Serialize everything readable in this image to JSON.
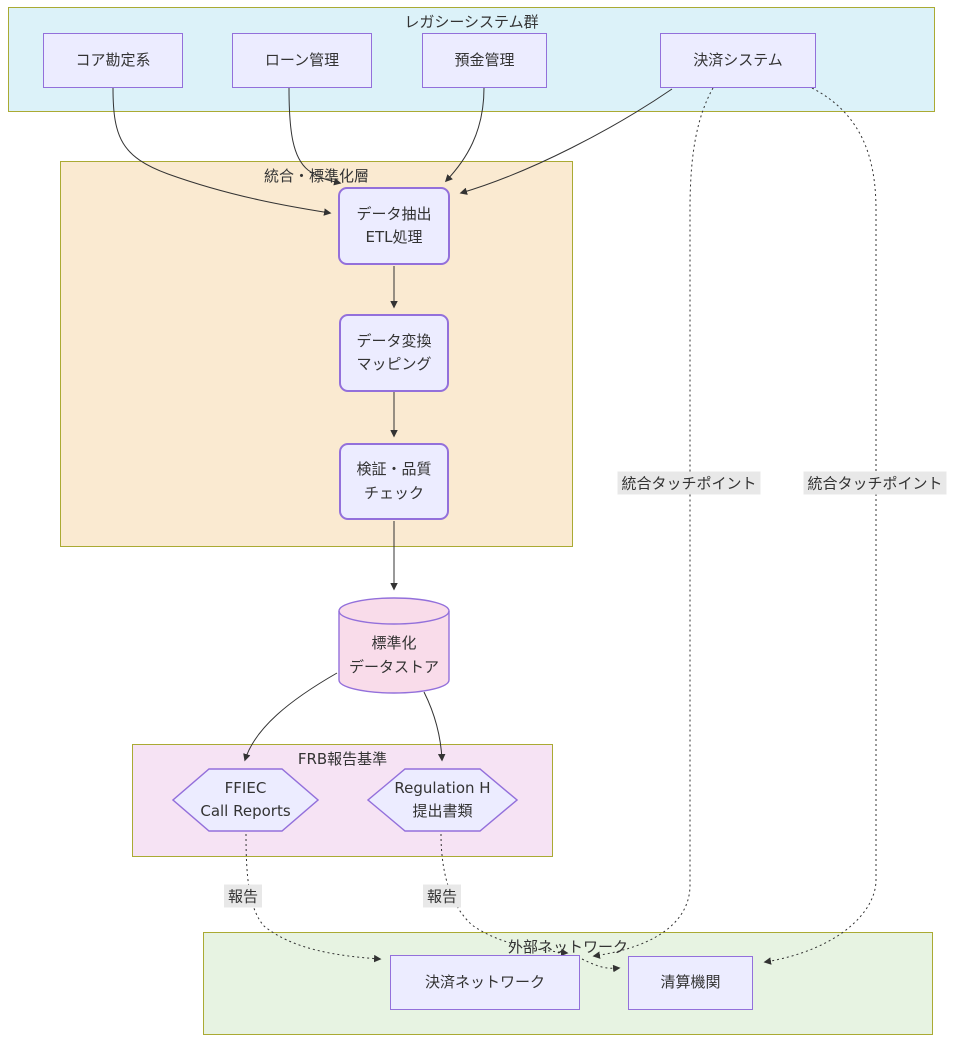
{
  "diagram": {
    "clusters": {
      "legacy": {
        "label": "レガシーシステム群"
      },
      "integration": {
        "label": "統合・標準化層"
      },
      "frb": {
        "label": "FRB報告基準"
      },
      "external": {
        "label": "外部ネットワーク"
      }
    },
    "nodes": {
      "core": {
        "label": "コア勘定系"
      },
      "loan": {
        "label": "ローン管理"
      },
      "deposit": {
        "label": "預金管理"
      },
      "payment": {
        "label": "決済システム"
      },
      "etl": {
        "lines": [
          "データ抽出",
          "ETL処理"
        ]
      },
      "transform": {
        "lines": [
          "データ変換",
          "マッピング"
        ]
      },
      "validate": {
        "lines": [
          "検証・品質",
          "チェック"
        ]
      },
      "datastore": {
        "lines": [
          "標準化",
          "データストア"
        ]
      },
      "ffiec": {
        "lines": [
          "FFIEC",
          "Call Reports"
        ]
      },
      "regh": {
        "lines": [
          "Regulation H",
          "提出書類"
        ]
      },
      "paynet": {
        "label": "決済ネットワーク"
      },
      "clearing": {
        "label": "清算機関"
      }
    },
    "edge_labels": {
      "touchpoint1": "統合タッチポイント",
      "touchpoint2": "統合タッチポイント",
      "report1": "報告",
      "report2": "報告"
    }
  },
  "colors": {
    "text-color": "#333333",
    "edge-color": "#333333",
    "node-fill": "#ececff",
    "node-border": "#9370db",
    "cluster-border": "#aaaa33",
    "legacy-fill": "#dcf2f9",
    "integration-fill": "#faead1",
    "frb-fill": "#f6e3f4",
    "external-fill": "#e7f3e2",
    "cylinder-fill": "#f9dcea",
    "label-bg": "#e8e8e8"
  }
}
